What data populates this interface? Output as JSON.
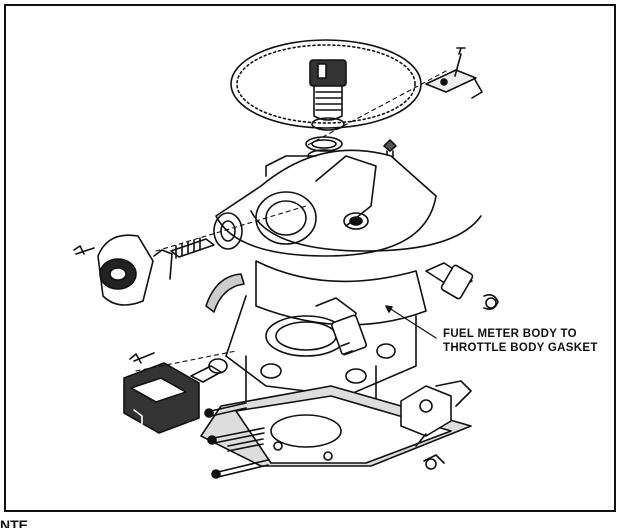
{
  "figure": {
    "callout": {
      "line1": "FUEL METER BODY TO",
      "line2": "THROTTLE BODY GASKET"
    }
  },
  "bottom_fragment": "NTE",
  "colors": {
    "ink": "#111111",
    "paper": "#ffffff"
  }
}
